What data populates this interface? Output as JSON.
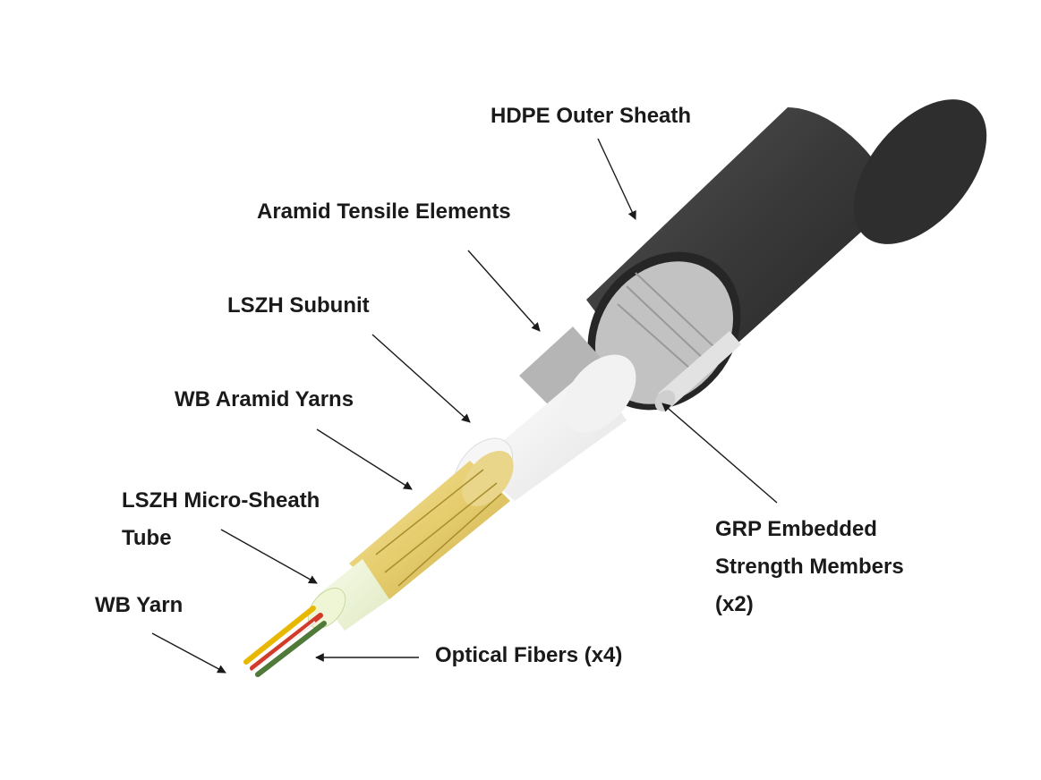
{
  "diagram": {
    "labels": {
      "hdpe_outer_sheath": "HDPE Outer Sheath",
      "aramid_tensile_elements": "Aramid Tensile Elements",
      "lszh_subunit": "LSZH Subunit",
      "wb_aramid_yarns": "WB Aramid Yarns",
      "lszh_micro_sheath_line1": "LSZH Micro-Sheath",
      "lszh_micro_sheath_line2": "Tube",
      "wb_yarn": "WB Yarn",
      "optical_fibers": "Optical Fibers (x4)",
      "grp_line1": "GRP Embedded",
      "grp_line2": "Strength Members",
      "grp_line3": "(x2)"
    },
    "colors": {
      "outer_sheath": "#3a3a3a",
      "aramid_tensile": "#b9b9b9",
      "lszh_subunit": "#f4f4f4",
      "wb_aramid_yarns": "#e8d27a",
      "micro_sheath": "#eef6d6",
      "fiber_yellow": "#e8b800",
      "fiber_red": "#d23a2a",
      "fiber_green": "#4f7a3a",
      "strength_member": "#dddddd",
      "leader_line": "#1a1a1a"
    }
  }
}
